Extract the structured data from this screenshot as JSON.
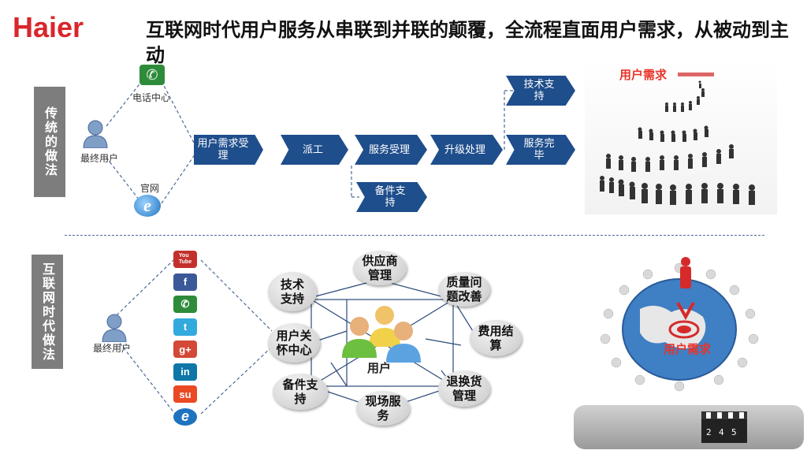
{
  "brand": {
    "logo": "Haier",
    "color": "#d9262c"
  },
  "title": "互联网时代用户服务从串联到并联的颠覆，全流程直面用户需求，从被动到主动",
  "traditional": {
    "label": "传统的做法",
    "channels": {
      "phone": "电话中心",
      "web": "官网"
    },
    "user": "最终用户",
    "steps": [
      "用户需求受理",
      "派工",
      "服务受理",
      "升级处理",
      "技术支持",
      "服务完毕",
      "备件支持"
    ],
    "image_label": "用户需求"
  },
  "internet": {
    "label": "互联网时代做法",
    "user": "最终用户",
    "social_icons": [
      {
        "icon": "youtube-icon",
        "text": "You\nTube",
        "color": "#c4302b"
      },
      {
        "icon": "facebook-icon",
        "text": "f",
        "color": "#3b5998"
      },
      {
        "icon": "phone-icon",
        "text": "✆",
        "color": "#2e8b3a"
      },
      {
        "icon": "twitter-icon",
        "text": "t",
        "color": "#33aadd"
      },
      {
        "icon": "google-plus-icon",
        "text": "g+",
        "color": "#d34836"
      },
      {
        "icon": "linkedin-icon",
        "text": "in",
        "color": "#0e76a8"
      },
      {
        "icon": "stumbleupon-icon",
        "text": "su",
        "color": "#eb4924"
      },
      {
        "icon": "ie-icon",
        "text": "e",
        "color": "#1e73be"
      }
    ],
    "nodes": {
      "care_center": "用户关\n怀中心",
      "tech_support": "技术\n支持",
      "supplier": "供应商\n管理",
      "quality": "质量问\n题改善",
      "cost": "费用结\n算",
      "return": "退换货\n管理",
      "onsite": "现场服\n务",
      "spare": "备件支\n持",
      "center": "用户"
    },
    "image_label": "用户需求"
  },
  "colors": {
    "arrow": "#1f4e8c",
    "side": "#7d7d7d",
    "accent_red": "#e8332a"
  }
}
